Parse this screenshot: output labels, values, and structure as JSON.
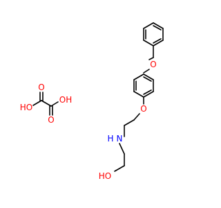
{
  "molecules": [
    {
      "id": "oxalic-acid",
      "atoms": [
        {
          "id": "ho1",
          "label": "HO",
          "color": "#ff0000"
        },
        {
          "id": "o_top",
          "label": "O",
          "color": "#ff0000"
        },
        {
          "id": "oh1",
          "label": "OH",
          "color": "#ff0000"
        },
        {
          "id": "o_bot",
          "label": "O",
          "color": "#ff0000"
        }
      ]
    },
    {
      "id": "benzyloxyphenoxy-ethylamino-ethanol",
      "atoms": [
        {
          "id": "o_benzyl",
          "label": "O",
          "color": "#ff0000"
        },
        {
          "id": "o_phenoxy",
          "label": "O",
          "color": "#ff0000"
        },
        {
          "id": "nh",
          "label": "H",
          "color": "#0000ff"
        },
        {
          "id": "n",
          "label": "N",
          "color": "#0000ff"
        },
        {
          "id": "ho2",
          "label": "HO",
          "color": "#ff0000"
        }
      ]
    }
  ]
}
